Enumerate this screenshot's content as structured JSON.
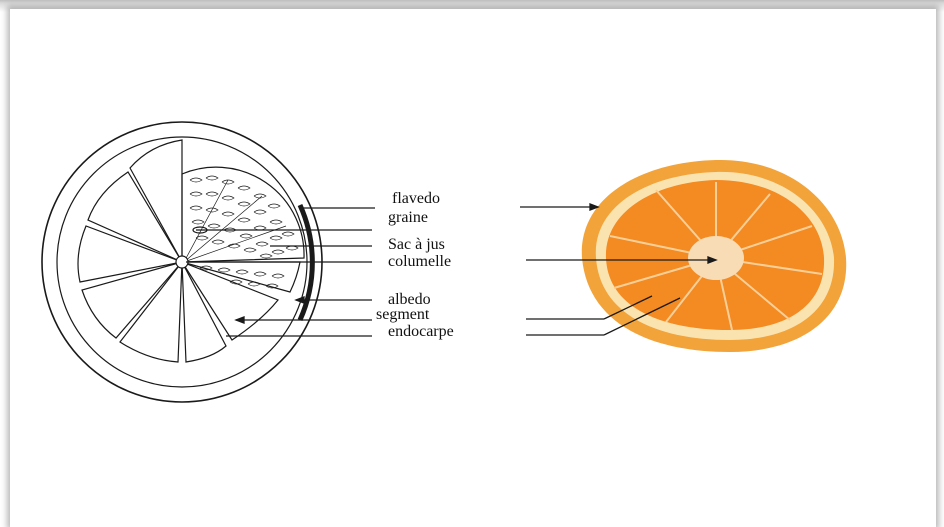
{
  "diagram": {
    "labels": {
      "flavedo": "flavedo",
      "graine": "graine",
      "sac_a_jus": "Sac à jus",
      "columelle": "columelle",
      "albedo": "albedo",
      "segment": "segment",
      "endocarpe": "endocarpe"
    },
    "colors": {
      "line": "#1a1a1a",
      "orange_peel": "#f2a33a",
      "orange_pulp": "#f48a22",
      "albedo": "#fbe3b0",
      "core": "#f7dcb6"
    }
  }
}
